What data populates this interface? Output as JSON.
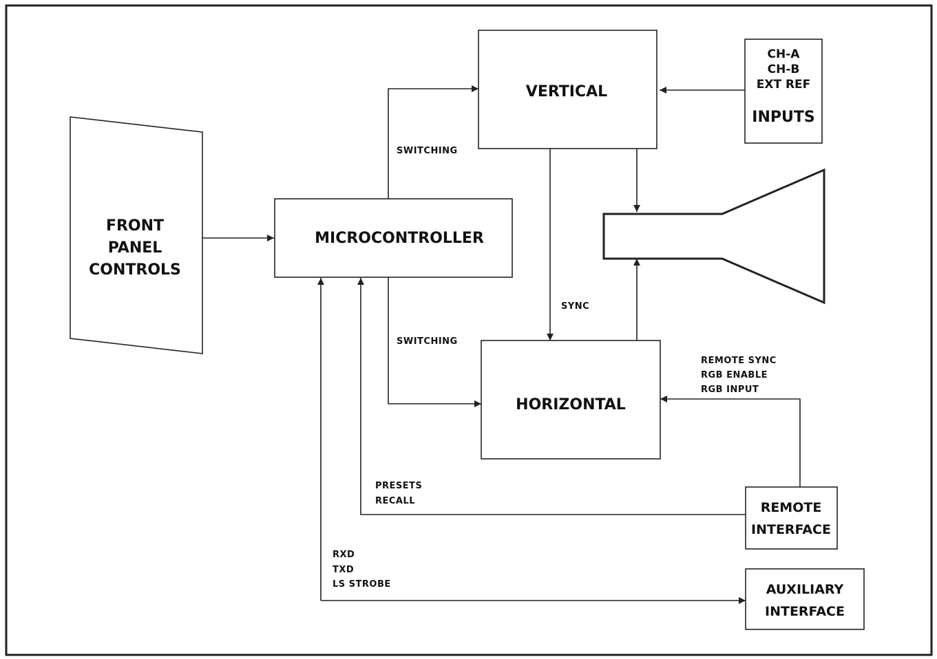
{
  "blocks": {
    "front_panel": [
      "FRONT",
      "PANEL",
      "CONTROLS"
    ],
    "microcontroller": "MICROCONTROLLER",
    "vertical": "VERTICAL",
    "horizontal": "HORIZONTAL",
    "inputs": {
      "signals": [
        "CH-A",
        "CH-B",
        "EXT REF"
      ],
      "title": "INPUTS"
    },
    "remote_interface": [
      "REMOTE",
      "INTERFACE"
    ],
    "auxiliary_interface": [
      "AUXILIARY",
      "INTERFACE"
    ]
  },
  "signals": {
    "switching_upper": "SWITCHING",
    "switching_lower": "SWITCHING",
    "sync": "SYNC",
    "remote": [
      "REMOTE SYNC",
      "RGB ENABLE",
      "RGB INPUT"
    ],
    "presets": [
      "PRESETS",
      "RECALL"
    ],
    "aux": [
      "RXD",
      "TXD",
      "LS STROBE"
    ]
  }
}
